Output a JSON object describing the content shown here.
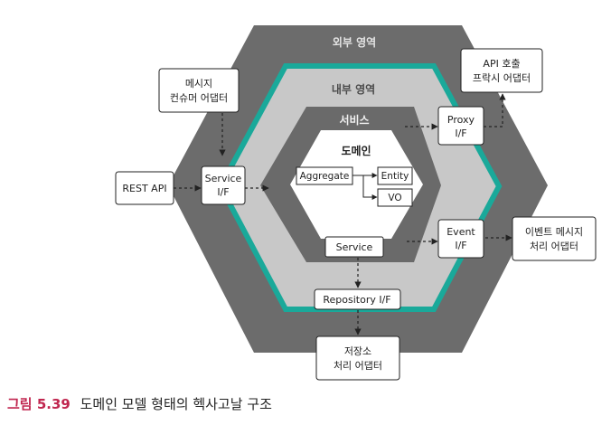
{
  "diagram": {
    "outer_region": "외부 영역",
    "inner_region": "내부 영역",
    "service_layer": "서비스",
    "domain_layer": "도메인",
    "domain_items": {
      "aggregate": "Aggregate",
      "entity": "Entity",
      "vo": "VO"
    },
    "service_box": "Service",
    "service_if": [
      "Service",
      "I/F"
    ],
    "proxy_if": [
      "Proxy",
      "I/F"
    ],
    "event_if": [
      "Event",
      "I/F"
    ],
    "repository_if": "Repository I/F",
    "rest_api": "REST API",
    "message_consumer": [
      "메시지",
      "컨슈머 어댑터"
    ],
    "api_proxy": [
      "API 호출",
      "프락시 어댑터"
    ],
    "event_publisher": [
      "이벤트 메시지",
      "처리 어댑터"
    ],
    "storage_adapter": [
      "저장소",
      "처리 어댑터"
    ]
  },
  "colors": {
    "outer": "#6c6c6c",
    "inner": "#c8c8c8",
    "service": "#6a6a6a",
    "domain": "#ffffff",
    "teal_border": "#1aa99a",
    "caption_accent": "#c0264f"
  },
  "caption": {
    "number": "그림 5.39",
    "text": "도메인 모델 형태의 헥사고날 구조"
  }
}
